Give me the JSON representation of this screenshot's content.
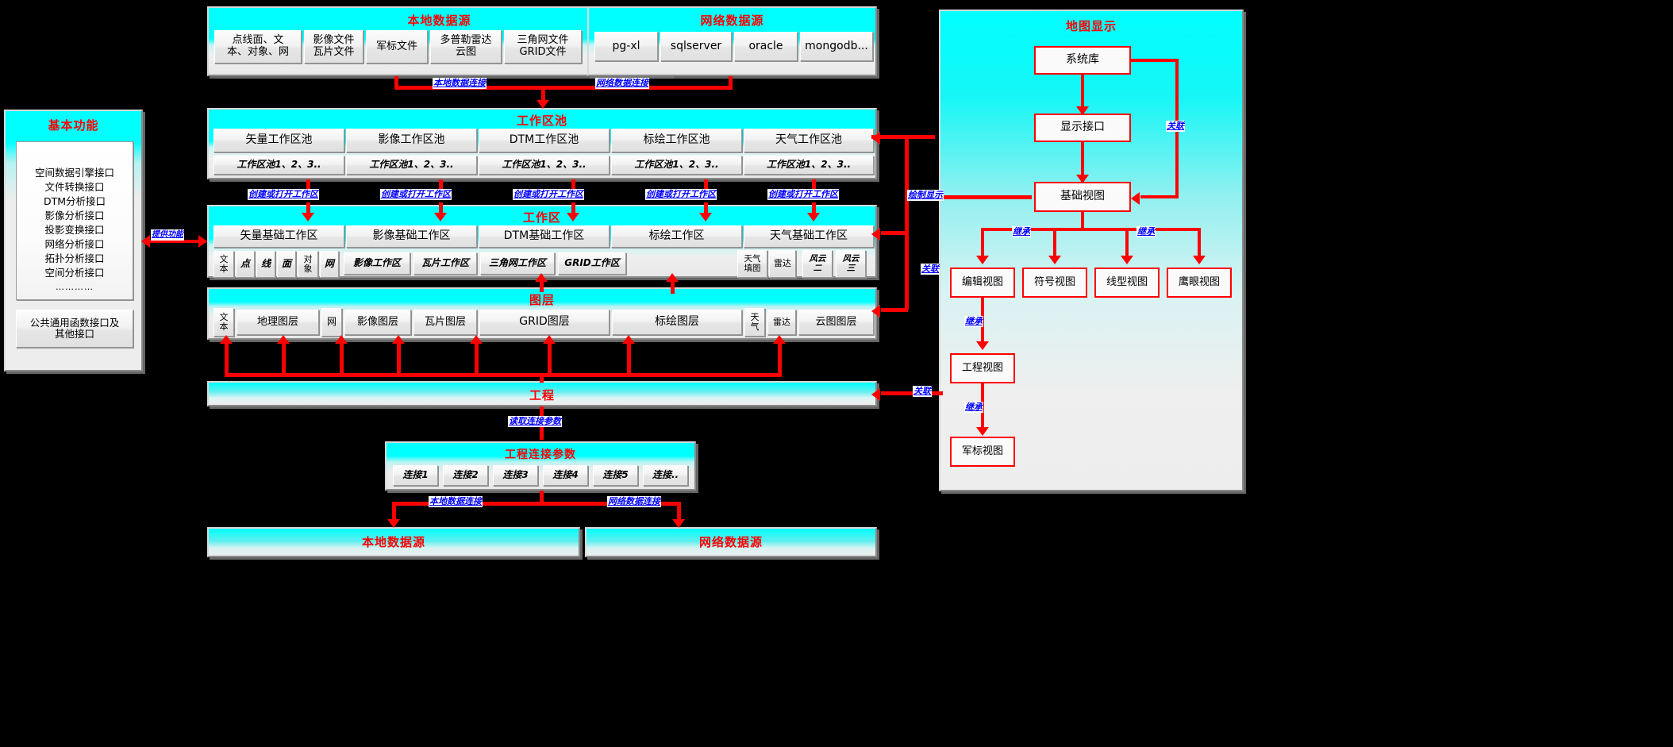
{
  "local_source_top": {
    "title": "本地数据源",
    "items": [
      "点线面、文本、对象、网",
      "影像文件瓦片文件",
      "军标文件",
      "多普勒雷达云图",
      "三角网文件GRID文件"
    ],
    "items_lines": [
      [
        "点线面、文",
        "本、对象、网"
      ],
      [
        "影像文件",
        "瓦片文件"
      ],
      [
        "军标文件"
      ],
      [
        "多普勒雷达",
        "云图"
      ],
      [
        "三角网文件",
        "GRID文件"
      ]
    ]
  },
  "net_source_top": {
    "title": "网络数据源",
    "items": [
      "pg-xl",
      "sqlserver",
      "oracle",
      "mongodb..."
    ]
  },
  "basic_functions": {
    "title": "基本功能",
    "interfaces": [
      "空间数据引擎接口",
      "文件转换接口",
      "DTM分析接口",
      "影像分析接口",
      "投影变换接口",
      "网络分析接口",
      "拓扑分析接口",
      "空间分析接口",
      "…………"
    ],
    "common_box_lines": [
      "公共通用函数接口及",
      "其他接口"
    ]
  },
  "workspace_pool": {
    "title": "工作区池",
    "pools": [
      "矢量工作区池",
      "影像工作区池",
      "DTM工作区池",
      "标绘工作区池",
      "天气工作区池"
    ],
    "instances": [
      "工作区池1、2、3..",
      "工作区池1、2、3..",
      "工作区池1、2、3..",
      "工作区池1、2、3..",
      "工作区池1、2、3.."
    ]
  },
  "workspace": {
    "title": "工作区",
    "bases": [
      "矢量基础工作区",
      "影像基础工作区",
      "DTM基础工作区",
      "标绘工作区",
      "天气基础工作区"
    ],
    "sub": [
      "文本",
      "点",
      "线",
      "面",
      "对象",
      "网",
      "影像工作区",
      "瓦片工作区",
      "三角网工作区",
      "GRID工作区",
      "天气填图",
      "雷达",
      "风云二",
      "风云三"
    ],
    "sub_lines": [
      [
        "文",
        "本"
      ],
      [
        "点"
      ],
      [
        "线"
      ],
      [
        "面"
      ],
      [
        "对",
        "象"
      ],
      [
        "网"
      ],
      [
        "影像工作区"
      ],
      [
        "瓦片工作区"
      ],
      [
        "三角网工作区"
      ],
      [
        "GRID工作区"
      ],
      [
        "天气",
        "填图"
      ],
      [
        "雷达"
      ],
      [
        "风云",
        "二"
      ],
      [
        "风云",
        "三"
      ]
    ]
  },
  "layers": {
    "title": "图层",
    "items": [
      "文本",
      "地理图层",
      "网",
      "影像图层",
      "瓦片图层",
      "GRID图层",
      "标绘图层",
      "天气",
      "雷达",
      "云图图层"
    ],
    "items_lines": [
      [
        "文",
        "本"
      ],
      [
        "地理图层"
      ],
      [
        "网"
      ],
      [
        "影像图层"
      ],
      [
        "瓦片图层"
      ],
      [
        "GRID图层"
      ],
      [
        "标绘图层"
      ],
      [
        "天",
        "气"
      ],
      [
        "雷达"
      ],
      [
        "云图图层"
      ]
    ]
  },
  "project": {
    "title": "工程"
  },
  "project_params": {
    "title": "工程连接参数",
    "items": [
      "连接1",
      "连接2",
      "连接3",
      "连接4",
      "连接5",
      "连接.."
    ]
  },
  "local_source_bottom": {
    "title": "本地数据源"
  },
  "net_source_bottom": {
    "title": "网络数据源"
  },
  "map_display": {
    "title": "地图显示",
    "system_lib": "系统库",
    "display_interface": "显示接口",
    "base_view": "基础视图",
    "views_row": [
      "编辑视图",
      "符号视图",
      "线型视图",
      "鹰眼视图"
    ],
    "engineering_view": "工程视图",
    "military_view": "军标视图"
  },
  "edge_labels": {
    "local_conn_top": "本地数据连接",
    "net_conn_top": "网络数据连接",
    "create_open_ws": "创建或打开工作区",
    "provide_function": "提供功能",
    "draw_display": "绘制显示",
    "assoc": "关联",
    "inherit": "继承",
    "read_conn_params": "读取连接参数",
    "local_conn_bottom": "本地数据连接",
    "net_conn_bottom": "网络数据连接"
  },
  "colors": {
    "title_red": "#FF0000",
    "edge_blue": "#0000FF",
    "panel_cyan": "#00FFFF",
    "arrow_red": "#FF0000"
  }
}
